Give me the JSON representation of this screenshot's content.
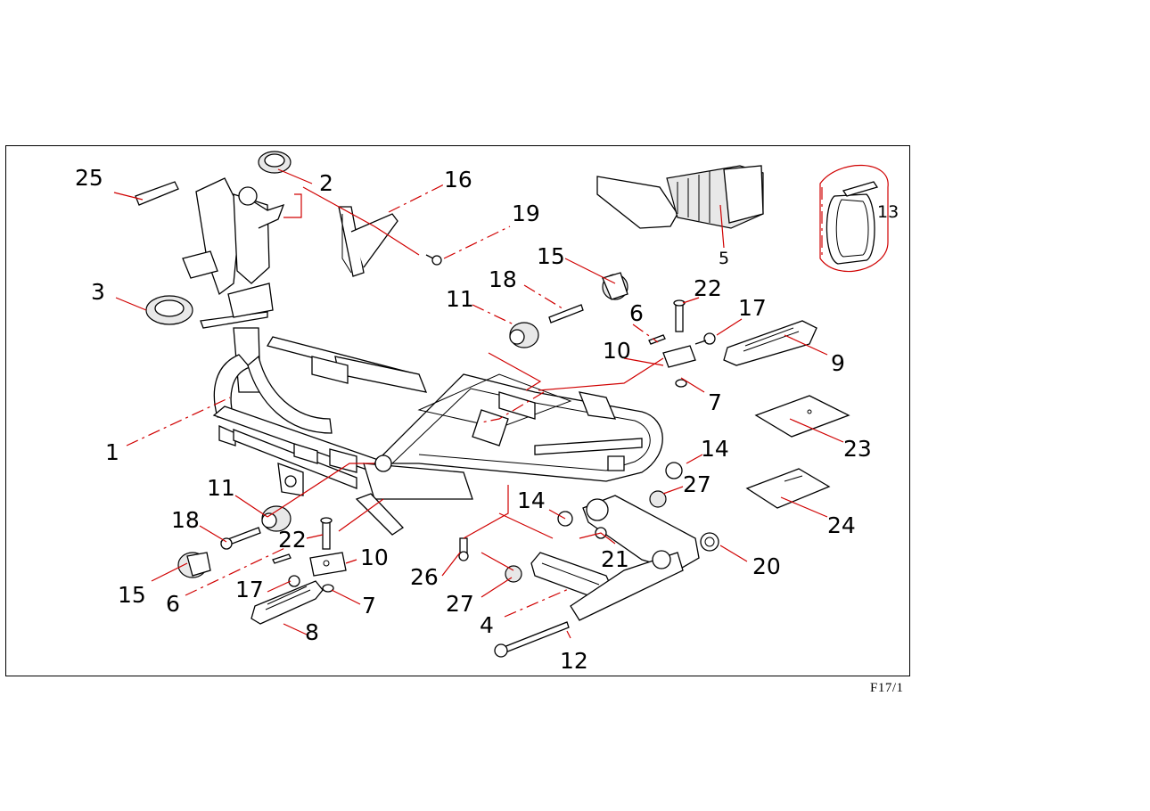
{
  "figure_code": "F17/1",
  "callouts": [
    {
      "id": "c1",
      "text": "1"
    },
    {
      "id": "c2",
      "text": "2"
    },
    {
      "id": "c3",
      "text": "3"
    },
    {
      "id": "c4",
      "text": "4"
    },
    {
      "id": "c5",
      "text": "5"
    },
    {
      "id": "c6a",
      "text": "6"
    },
    {
      "id": "c6b",
      "text": "6"
    },
    {
      "id": "c7a",
      "text": "7"
    },
    {
      "id": "c7b",
      "text": "7"
    },
    {
      "id": "c8",
      "text": "8"
    },
    {
      "id": "c9",
      "text": "9"
    },
    {
      "id": "c10a",
      "text": "10"
    },
    {
      "id": "c10b",
      "text": "10"
    },
    {
      "id": "c11a",
      "text": "11"
    },
    {
      "id": "c11b",
      "text": "11"
    },
    {
      "id": "c12",
      "text": "12"
    },
    {
      "id": "c13",
      "text": "13"
    },
    {
      "id": "c14a",
      "text": "14"
    },
    {
      "id": "c14b",
      "text": "14"
    },
    {
      "id": "c15a",
      "text": "15"
    },
    {
      "id": "c15b",
      "text": "15"
    },
    {
      "id": "c16",
      "text": "16"
    },
    {
      "id": "c17a",
      "text": "17"
    },
    {
      "id": "c17b",
      "text": "17"
    },
    {
      "id": "c18a",
      "text": "18"
    },
    {
      "id": "c18b",
      "text": "18"
    },
    {
      "id": "c19",
      "text": "19"
    },
    {
      "id": "c20",
      "text": "20"
    },
    {
      "id": "c21",
      "text": "21"
    },
    {
      "id": "c22a",
      "text": "22"
    },
    {
      "id": "c22b",
      "text": "22"
    },
    {
      "id": "c23",
      "text": "23"
    },
    {
      "id": "c24",
      "text": "24"
    },
    {
      "id": "c25",
      "text": "25"
    },
    {
      "id": "c26",
      "text": "26"
    },
    {
      "id": "c27a",
      "text": "27"
    },
    {
      "id": "c27b",
      "text": "27"
    }
  ],
  "colors": {
    "leader": "#d00000",
    "line": "#000000",
    "background": "#ffffff"
  }
}
